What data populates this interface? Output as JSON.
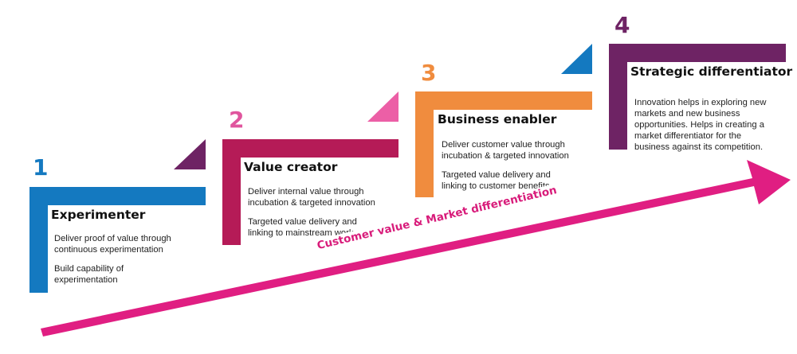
{
  "colors": {
    "stage1": "#1479c0",
    "stage2": "#b51b57",
    "stage3": "#f08c3e",
    "stage4": "#6e2364",
    "arrow": "#e01e82",
    "triangle_2": "#6e2364",
    "triangle_3": "#ec5fa6",
    "triangle_4": "#1479c0",
    "num_1": "#1479c0",
    "num_2": "#e0559e",
    "num_3": "#f08c3e",
    "num_4": "#6e2364"
  },
  "stages": [
    {
      "number": "1",
      "title": "Experimenter",
      "paragraphs": [
        "Deliver proof of value through\ncontinuous experimentation",
        "Build capability of\nexperimentation"
      ]
    },
    {
      "number": "2",
      "title": "Value creator",
      "paragraphs": [
        "Deliver internal value through\nincubation & targeted innovation",
        "Targeted value delivery and\nlinking to mainstream work"
      ]
    },
    {
      "number": "3",
      "title": "Business enabler",
      "paragraphs": [
        "Deliver customer value through\nincubation & targeted innovation",
        "Targeted value delivery and\nlinking to customer benefits"
      ]
    },
    {
      "number": "4",
      "title": "Strategic differentiator",
      "paragraphs": [
        "Innovation helps in exploring new\nmarkets and new business\nopportunities.  Helps in creating a\nmarket differentiator for the\nbusiness against its competition."
      ]
    }
  ],
  "arrow_label": "Customer value & Market differentiation"
}
